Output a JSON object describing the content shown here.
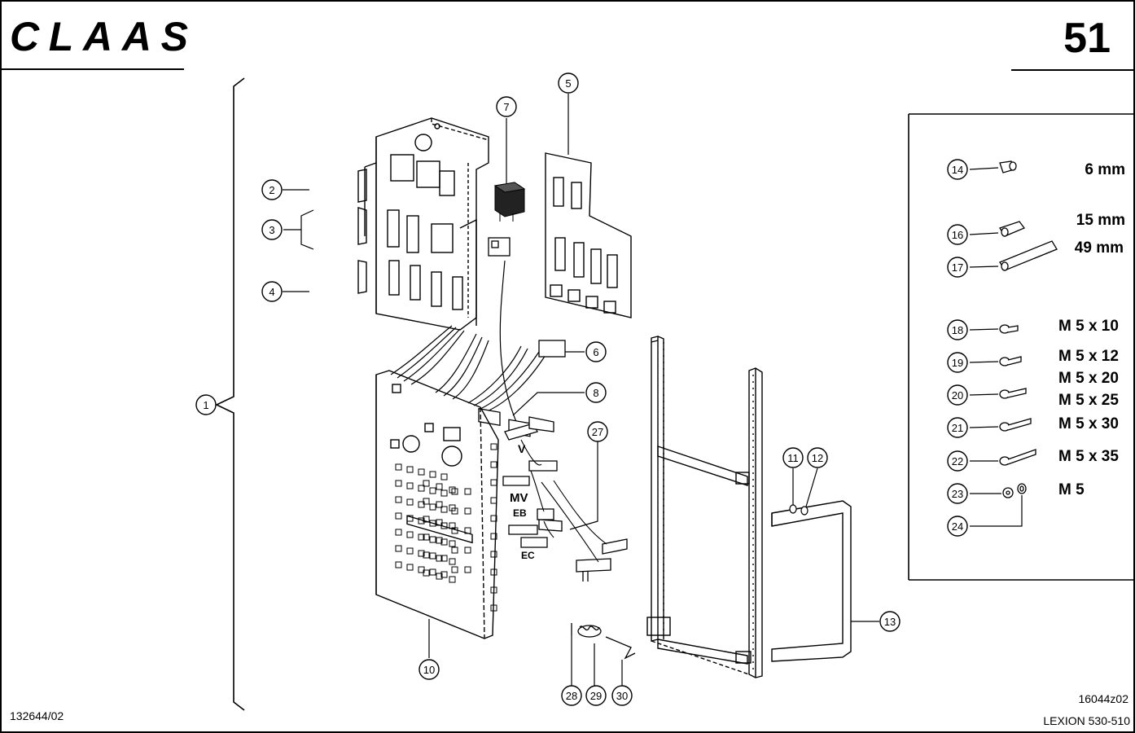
{
  "header": {
    "brand": "CLAAS",
    "page_number": "51"
  },
  "footer": {
    "left_code": "132644/02",
    "drawing_code": "16044z02",
    "model": "LEXION 530-510"
  },
  "callouts": {
    "c1": "1",
    "c2": "2",
    "c3": "3",
    "c4": "4",
    "c5": "5",
    "c6": "6",
    "c7": "7",
    "c8": "8",
    "c10": "10",
    "c11": "11",
    "c12": "12",
    "c13": "13",
    "c14": "14",
    "c16": "16",
    "c17": "17",
    "c18": "18",
    "c19": "19",
    "c20": "20",
    "c21": "21",
    "c22": "22",
    "c23": "23",
    "c24": "24",
    "c27": "27",
    "c28": "28",
    "c29": "29",
    "c30": "30"
  },
  "connector_labels": {
    "v": "V",
    "mv": "MV",
    "eb": "EB",
    "ec": "EC"
  },
  "legend": {
    "s14": "6 mm",
    "s16": "15 mm",
    "s17": "49 mm",
    "s18": "M 5 x 10",
    "s19": "M 5 x 12",
    "s19b": "M 5 x 20",
    "s20": "M 5 x 25",
    "s21": "M 5 x 30",
    "s22": "M 5 x 35",
    "s23": "M 5"
  }
}
